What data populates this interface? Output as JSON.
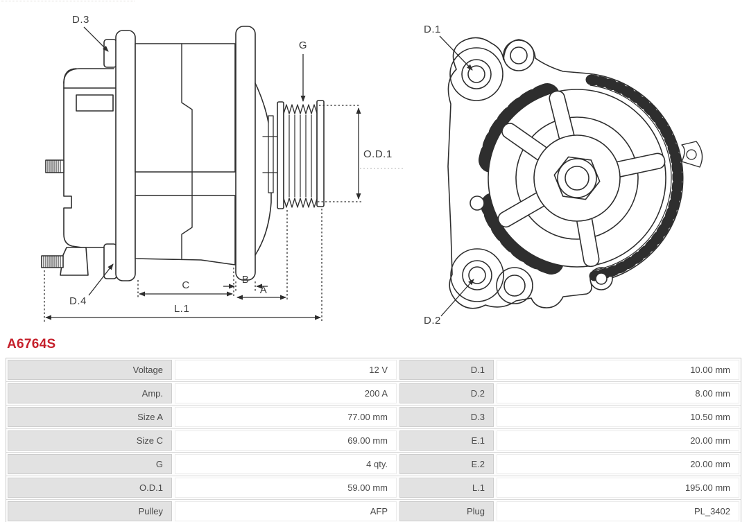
{
  "part_number": "A6764S",
  "accent_color": "#c5202b",
  "drawing": {
    "line_color": "#2e2e2e",
    "labels": {
      "d1": "D.1",
      "d2": "D.2",
      "d3": "D.3",
      "d4": "D.4",
      "g": "G",
      "od1": "O.D.1",
      "a": "A",
      "b": "B",
      "c": "C",
      "l1": "L.1"
    }
  },
  "spec_table": {
    "rows": [
      {
        "left_label": "Voltage",
        "left_value": "12 V",
        "right_label": "D.1",
        "right_value": "10.00 mm"
      },
      {
        "left_label": "Amp.",
        "left_value": "200 A",
        "right_label": "D.2",
        "right_value": "8.00 mm"
      },
      {
        "left_label": "Size A",
        "left_value": "77.00 mm",
        "right_label": "D.3",
        "right_value": "10.50 mm"
      },
      {
        "left_label": "Size C",
        "left_value": "69.00 mm",
        "right_label": "E.1",
        "right_value": "20.00 mm"
      },
      {
        "left_label": "G",
        "left_value": "4 qty.",
        "right_label": "E.2",
        "right_value": "20.00 mm"
      },
      {
        "left_label": "O.D.1",
        "left_value": "59.00 mm",
        "right_label": "L.1",
        "right_value": "195.00 mm"
      },
      {
        "left_label": "Pulley",
        "left_value": "AFP",
        "right_label": "Plug",
        "right_value": "PL_3402"
      }
    ]
  }
}
